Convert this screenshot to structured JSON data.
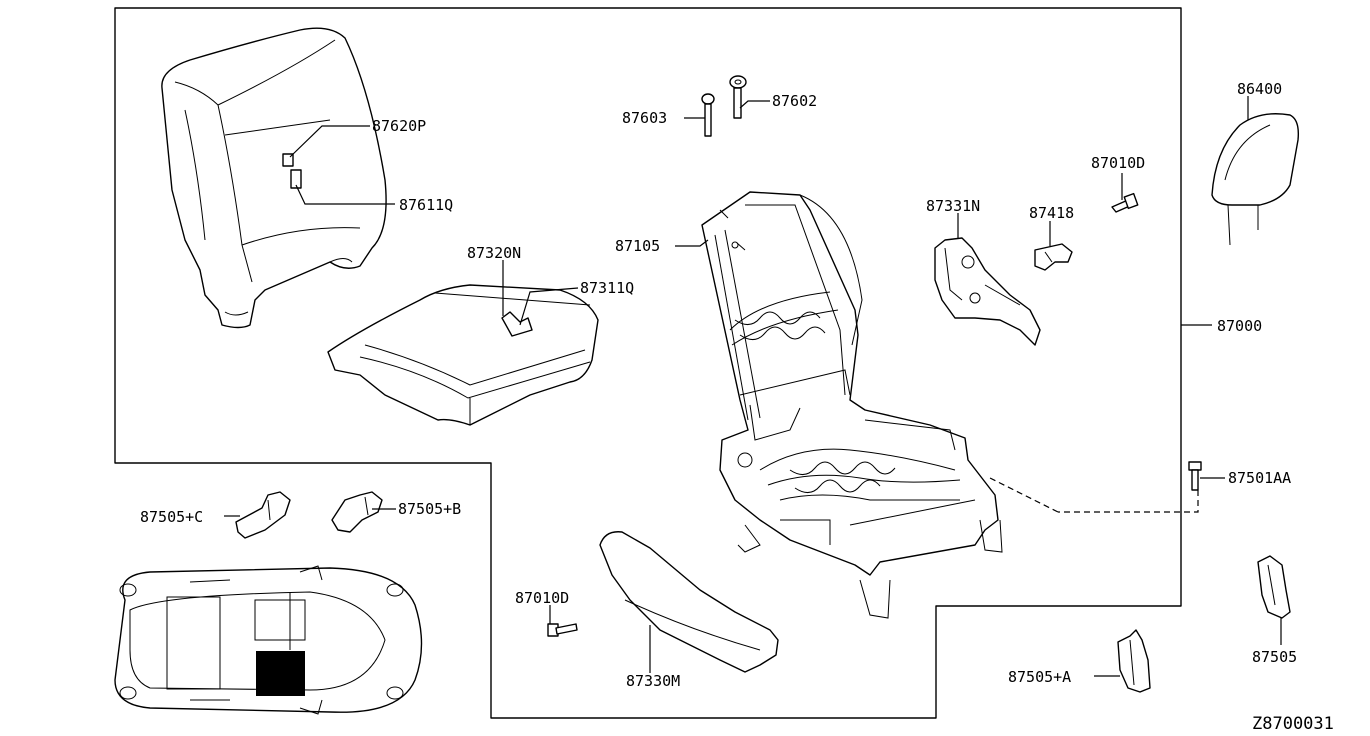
{
  "diagram": {
    "drawing_id": "Z8700031",
    "labels": {
      "p87620P": "87620P",
      "p87611Q": "87611Q",
      "p87320N": "87320N",
      "p87311Q": "87311Q",
      "p87603": "87603",
      "p87602": "87602",
      "p87105": "87105",
      "p87331N": "87331N",
      "p87418": "87418",
      "p87010D_top": "87010D",
      "p86400": "86400",
      "p87000": "87000",
      "p87501AA": "87501AA",
      "p87505C": "87505+C",
      "p87505B": "87505+B",
      "p87010D_bottom": "87010D",
      "p87330M": "87330M",
      "p87505A": "87505+A",
      "p87505": "87505"
    }
  }
}
